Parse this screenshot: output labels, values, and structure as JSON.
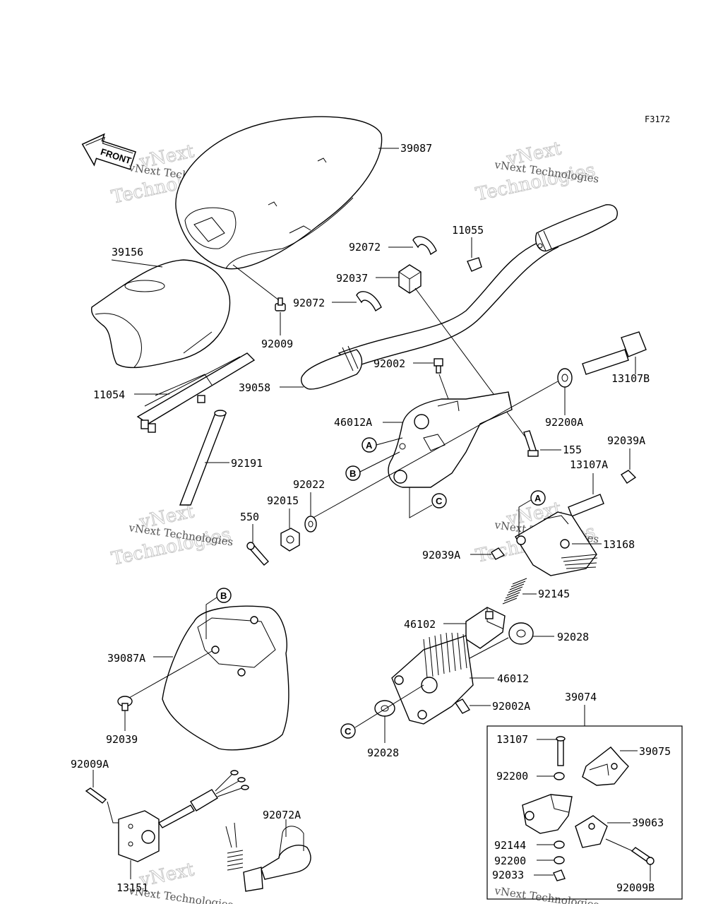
{
  "figure_code": "F3172",
  "front_label": "FRONT",
  "watermark": {
    "line1": "vNext",
    "line2": "Technologies",
    "small": "vNext Technologies"
  },
  "parts": {
    "p39087": "39087",
    "p39156": "39156",
    "p92009": "92009",
    "p11054": "11054",
    "p39058": "39058",
    "p92191": "92191",
    "p92072a_top": "92072",
    "p92072b_top": "92072",
    "p92037": "92037",
    "p11055": "11055",
    "p92002": "92002",
    "p46012A": "46012A",
    "p13107B": "13107B",
    "p92200A": "92200A",
    "p155": "155",
    "p92039A_r": "92039A",
    "p13107A": "13107A",
    "p92022": "92022",
    "p92015": "92015",
    "p550": "550",
    "p13168": "13168",
    "p92039A_l": "92039A",
    "p92145": "92145",
    "p46102": "46102",
    "p92028_r": "92028",
    "p46012": "46012",
    "p92002A": "92002A",
    "p92028_b": "92028",
    "p39087A": "39087A",
    "p92039": "92039",
    "p92009A": "92009A",
    "p13151": "13151",
    "p92072A": "92072A",
    "p39074": "39074",
    "p13107": "13107",
    "p39075": "39075",
    "p92200_1": "92200",
    "p39063": "39063",
    "p92144": "92144",
    "p92200_2": "92200",
    "p92033": "92033",
    "p92009B": "92009B"
  },
  "refs": {
    "A1": "A",
    "B1": "B",
    "C1": "C",
    "A2": "A",
    "B2": "B",
    "C2": "C"
  }
}
